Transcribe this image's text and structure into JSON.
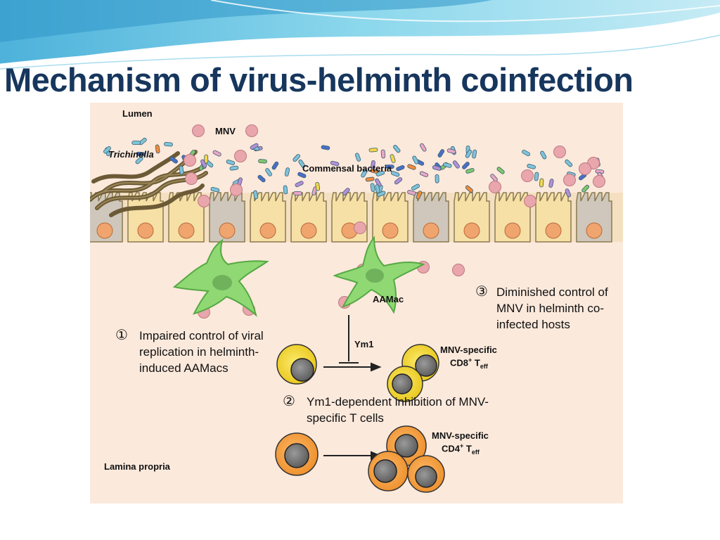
{
  "slide": {
    "title": "Mechanism of virus-helminth coinfection"
  },
  "colors": {
    "title": "#17365d",
    "header_wave": "#5ec8e6",
    "figure_background": "#fbe9dc",
    "epithelium": "#f6e0a6",
    "nucleus": "#f0a46e",
    "virus": "#e9a6ad",
    "macrophage": "#8fd873",
    "cd8_cell": "#f4df35",
    "cd4_cell": "#f5a142",
    "worm": "#6b5a35"
  },
  "figure": {
    "labels": {
      "lumen": "Lumen",
      "mnv": "MNV",
      "trichinella": "Trichinella",
      "commensal": "Commensal bacteria",
      "aamac": "AAMac",
      "ym1": "Ym1",
      "lamina": "Lamina propria"
    },
    "steps": {
      "step1": {
        "number": "①",
        "text": "Impaired control of viral replication in helminth-induced AAMacs"
      },
      "step2": {
        "number": "②",
        "text": "Ym1-dependent inhibition of MNV-specific T cells"
      },
      "step3": {
        "number": "③",
        "text": "Diminished control of MNV in helminth co-infected hosts"
      }
    },
    "cd8": {
      "line1": "MNV-specific",
      "prefix": "CD8",
      "sup": "+",
      "mid": " T",
      "sub": "eff"
    },
    "cd4": {
      "line1": "MNV-specific",
      "prefix": "CD4",
      "sup": "+",
      "mid": " T",
      "sub": "eff"
    },
    "icons": [
      "trichinella-worm-icon",
      "virus-particle-icon",
      "bacteria-icon",
      "epithelial-cell-icon",
      "macrophage-icon",
      "t-cell-icon",
      "arrow-icon",
      "inhibition-arrow-icon"
    ]
  }
}
